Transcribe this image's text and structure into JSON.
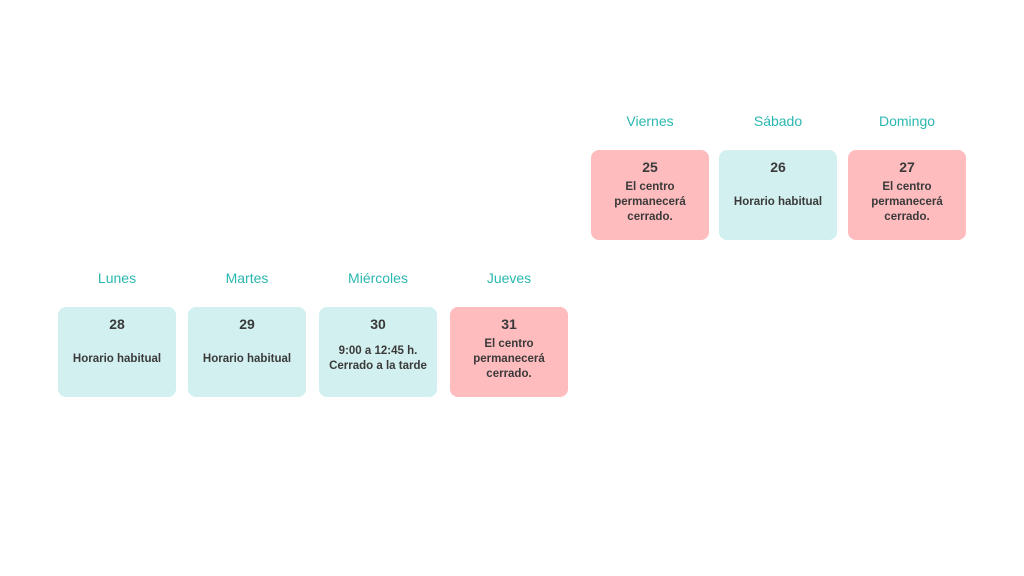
{
  "top_row": [
    {
      "day": "Viernes",
      "number": "25",
      "text": "El centro\npermanecerá\ncerrado.",
      "status": "closed"
    },
    {
      "day": "Sábado",
      "number": "26",
      "text": "Horario habitual",
      "status": "open"
    },
    {
      "day": "Domingo",
      "number": "27",
      "text": "El centro\npermanecerá\ncerrado.",
      "status": "closed"
    }
  ],
  "bottom_row": [
    {
      "day": "Lunes",
      "number": "28",
      "text": "Horario habitual",
      "status": "open"
    },
    {
      "day": "Martes",
      "number": "29",
      "text": "Horario habitual",
      "status": "open"
    },
    {
      "day": "Miércoles",
      "number": "30",
      "text": "9:00 a 12:45 h.\nCerrado a la tarde",
      "status": "open"
    },
    {
      "day": "Jueves",
      "number": "31",
      "text": "El centro\npermanecerá\ncerrado.",
      "status": "closed"
    }
  ],
  "colors": {
    "day_name": "#2ab7b0",
    "open_card": "#d2f0ef",
    "closed_card": "#ffbcbe",
    "card_text": "#3a3a3a"
  }
}
